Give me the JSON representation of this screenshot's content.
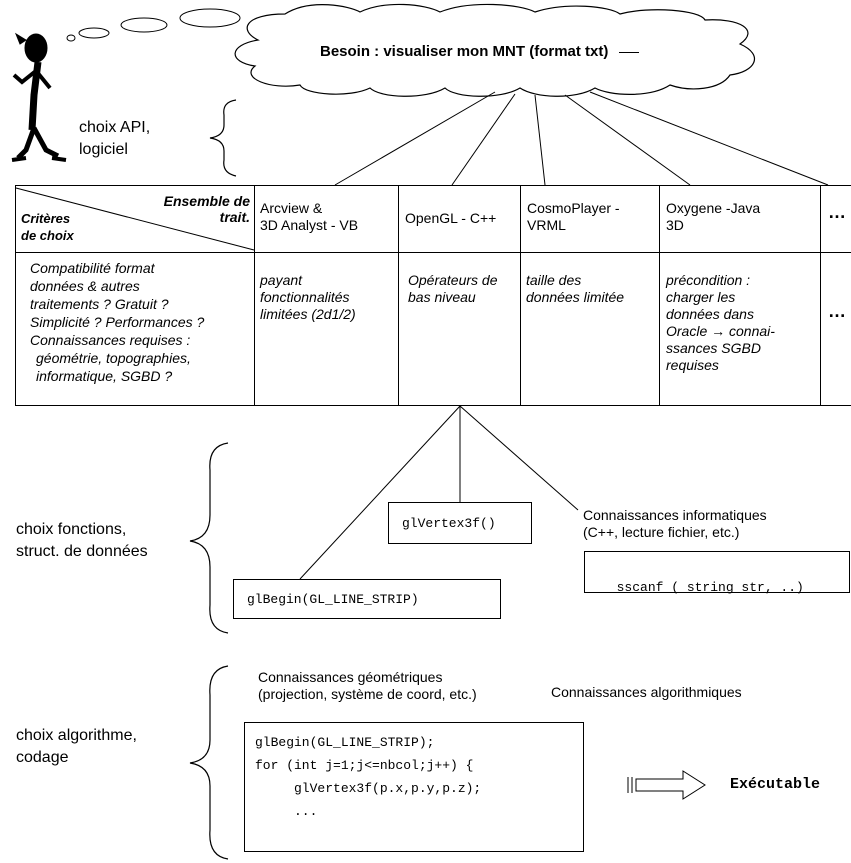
{
  "need": {
    "text": "Besoin : visualiser mon MNT (format txt)"
  },
  "levels": {
    "api_1": "choix API,",
    "api_2": "logiciel",
    "functions_1": "choix fonctions,",
    "functions_2": "struct. de données",
    "algorithm_1": "choix algorithme,",
    "algorithm_2": "codage"
  },
  "table": {
    "corner_top": "Ensemble de",
    "corner_top2": "trait.",
    "corner_bottom1": "Critères",
    "corner_bottom2": "de choix",
    "columns": [
      {
        "header": [
          "Arcview &",
          "3D Analyst - VB"
        ],
        "body": [
          "payant",
          "fonctionnalités",
          "limitées (2d1/2)"
        ]
      },
      {
        "header": [
          "OpenGL - C++"
        ],
        "body": [
          "Opérateurs de",
          "bas niveau"
        ]
      },
      {
        "header": [
          "CosmoPlayer -",
          "VRML"
        ],
        "body": [
          "taille des",
          "données limitée"
        ]
      },
      {
        "header": [
          "Oxygene -Java",
          "3D"
        ],
        "body": [
          "précondition :",
          "charger les",
          "données dans",
          "Oracle → connai-",
          "ssances SGBD",
          "requises"
        ]
      }
    ],
    "ellipsis": "…",
    "criteria": [
      "Compatibilité format",
      "données & autres",
      "traitements ? Gratuit ?",
      "Simplicité ? Performances ?",
      "Connaissances requises :",
      "géométrie, topographies,",
      "informatique, SGBD ?"
    ]
  },
  "functions": {
    "vertex": "glVertex3f()",
    "begin": "glBegin(GL_LINE_STRIP)",
    "knowledge_1": "Connaissances informatiques",
    "knowledge_2": "(C++, lecture fichier, etc.)",
    "sscanf": "sscanf ( string str, ..)"
  },
  "algorithm": {
    "geo_1": "Connaissances géométriques",
    "geo_2": "(projection, système de coord, etc.)",
    "algo": "Connaissances algorithmiques",
    "code": [
      "glBegin(GL_LINE_STRIP);",
      "for (int j=1;j<=nbcol;j++) {",
      "     glVertex3f(p.x,p.y,p.z);",
      "     ..."
    ],
    "result": "Exécutable"
  }
}
